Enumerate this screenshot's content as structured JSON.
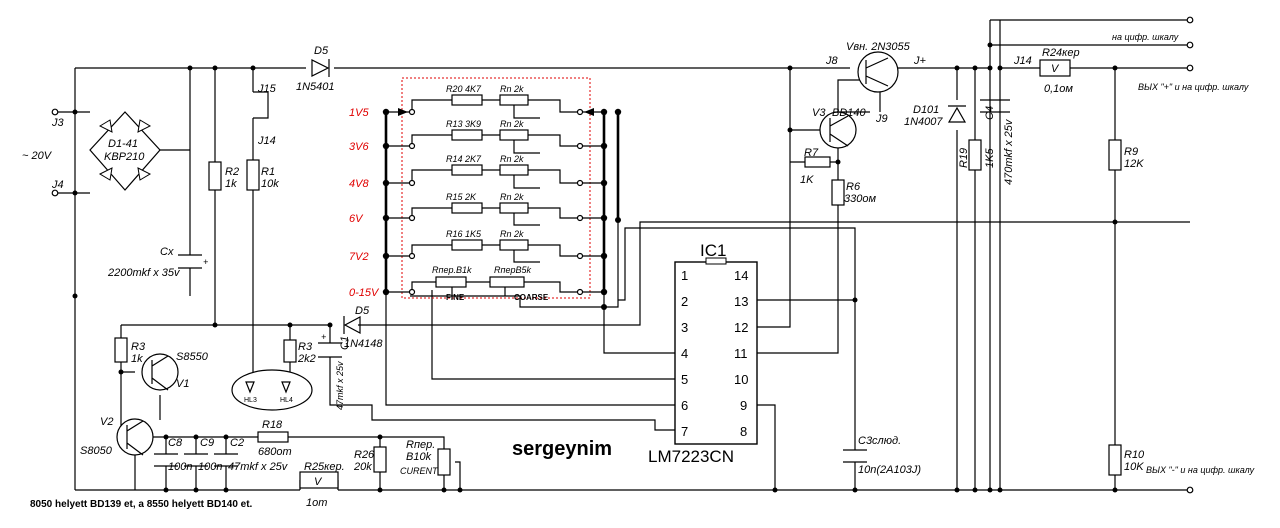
{
  "labels": {
    "j3": "J3",
    "j4": "J4",
    "vac": "~ 20V",
    "bridge_name": "D1-41",
    "bridge_type": "KBP210",
    "cx_name": "Cx",
    "cx_value": "2200mkf x 35v",
    "d5_name": "D5",
    "d5_type": "1N5401",
    "j15": "J15",
    "j14a": "J14",
    "r2_name": "R2",
    "r2_value": "1k",
    "r1_name": "R1",
    "r1_value": "10k",
    "r20": "R20 4K7",
    "r13": "R13 3K9",
    "r14": "R14 2K7",
    "r15": "R15 2K",
    "r16": "R16 1K5",
    "rn": "Rn  2k",
    "rfine_name": "Rпер.B1k",
    "rcoarse_name": "RперB5k",
    "fine": "FINE",
    "coarse": "COARSE",
    "v1": "1V5",
    "v2": "3V6",
    "v3": "4V8",
    "v4": "6V",
    "v5": "7V2",
    "v6": "0-15V",
    "ic_ref": "IC1",
    "ic_type": "LM7223CN",
    "pins_left": [
      "1",
      "2",
      "3",
      "4",
      "5",
      "6",
      "7"
    ],
    "pins_right": [
      "14",
      "13",
      "12",
      "11",
      "10",
      "9",
      "8"
    ],
    "j8": "J8",
    "vbn": "Vвн.  2N3055",
    "jplus": "J+",
    "v3_name": "V3",
    "v3_type": "BD140",
    "j9": "J9",
    "r7_name": "R7",
    "r7_value": "1K",
    "r6_name": "R6",
    "r6_value": "330ом",
    "d101_name": "D101",
    "d101_type": "1N4007",
    "r19_name": "R19",
    "r19_value": "1K5",
    "c4_name": "C4",
    "c4_value": "470mkf x 25v",
    "j14b": "J14",
    "r24_name": "R24кер",
    "r24_value": "0,1ом",
    "meter_v": "V",
    "top_label": "на цифр. шкалу",
    "out_plus": "ВЫХ \"+\" и на цифр. шкалу",
    "out_minus": "ВЫХ \"-\" и на цифр. шкалу",
    "r9_name": "R9",
    "r9_value": "12K",
    "r10_name": "R10",
    "r10_value": "10K",
    "r3a_name": "R3",
    "r3a_value": "1k",
    "v1_name": "V1",
    "s8550": "S8550",
    "v2_name": "V2",
    "s8050": "S8050",
    "r3b_name": "R3",
    "r3b_value": "2k2",
    "c1_name": "C1",
    "c1_value": "47mkf x 25v",
    "d5b_name": "D5",
    "d5b_type": "1N4148",
    "led_a": "HL3",
    "led_b": "HL4",
    "c8_name": "C8",
    "c8_value": "100n",
    "c9_name": "C9",
    "c9_value": "100n",
    "c2_name": "C2",
    "c2_value": "47mkf x 25v",
    "r18_name": "R18",
    "r18_value": "680om",
    "r26_name": "R26",
    "r26_value": "20k",
    "rcur_name": "Rпер.",
    "rcur_value": "B10k",
    "rcur_label": "CURENT",
    "r25_name": "R25кер.",
    "r25_value": "1om",
    "c3_name": "C3слюд.",
    "c3_value": "10n(2A103J)",
    "author": "sergeynim",
    "footnote": "8050 helyett BD139 et, a 8550 helyett BD140 et."
  },
  "colors": {
    "wire": "#000000",
    "accent": "#e00000",
    "background": "#ffffff"
  }
}
